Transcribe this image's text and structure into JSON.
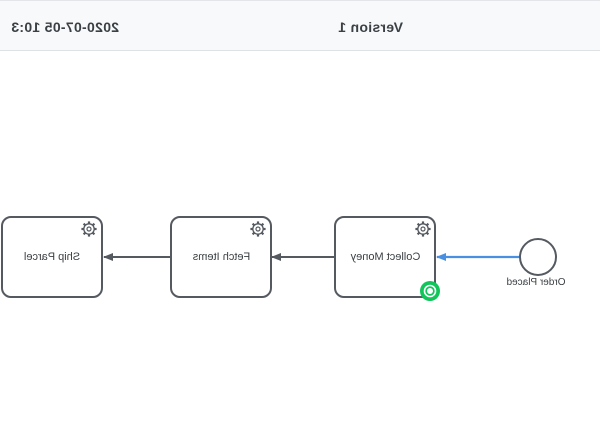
{
  "header": {
    "timestamp": "2020-07-05 10:3",
    "version": "Version 1"
  },
  "diagram": {
    "start_event": {
      "label": "Order Placed"
    },
    "tasks": [
      {
        "id": "collect",
        "label": "Collect Money",
        "icon": "gear-icon"
      },
      {
        "id": "fetch",
        "label": "Fetch Items",
        "icon": "gear-icon"
      },
      {
        "id": "ship",
        "label": "Ship Parcel",
        "icon": "gear-icon"
      }
    ],
    "colors": {
      "active_flow": "#4a90e2",
      "flow": "#555a61",
      "task_border": "#555a61",
      "token_badge": "#10c55a"
    }
  }
}
